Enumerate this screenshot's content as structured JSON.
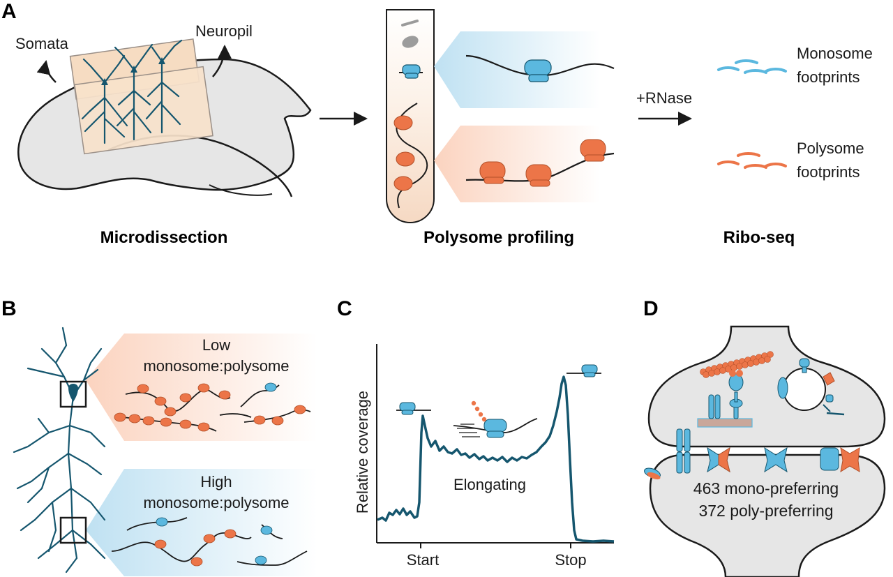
{
  "panels": {
    "a": {
      "letter": "A",
      "somata": "Somata",
      "neuropil": "Neuropil",
      "rnase": "+RNase",
      "monosome_line1": "Monosome",
      "monosome_line2": "footprints",
      "polysome_line1": "Polysome",
      "polysome_line2": "footprints",
      "captions": [
        "Microdissection",
        "Polysome profiling",
        "Ribo-seq"
      ]
    },
    "b": {
      "letter": "B",
      "low_line1": "Low",
      "low_line2": "monosome:polysome",
      "high_line1": "High",
      "high_line2": "monosome:polysome"
    },
    "c": {
      "letter": "C",
      "ylabel": "Relative coverage",
      "annotation": "Elongating",
      "xticks": [
        "Start",
        "Stop"
      ]
    },
    "d": {
      "letter": "D",
      "mono_count": "463 mono-preferring",
      "poly_count": "372 poly-preferring"
    }
  },
  "colors": {
    "mono_blue": "#5bb8df",
    "poly_orange": "#ec7548",
    "neuron_teal": "#15566e",
    "tissue_gray": "#e6e6e6",
    "mono_text": "#2d9fd2",
    "poly_text": "#ea7a3a"
  }
}
